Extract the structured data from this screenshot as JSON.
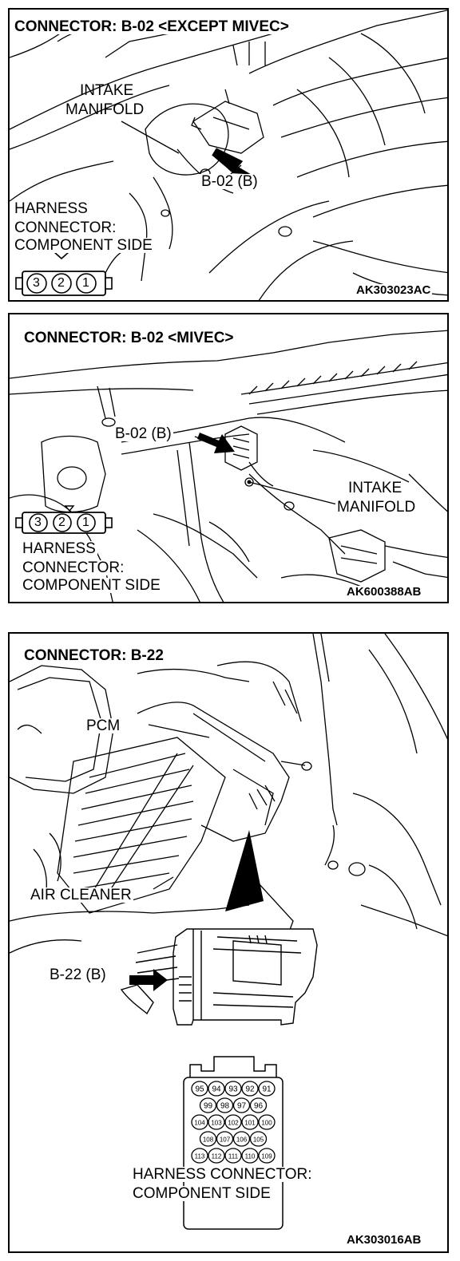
{
  "panels": [
    {
      "title": "CONNECTOR: B-02 <EXCEPT MIVEC>",
      "labels": {
        "intake": "INTAKE",
        "manifold": "MANIFOLD",
        "connector": "B-02 (B)",
        "harness": "HARNESS",
        "connector_word": "CONNECTOR:",
        "component_side": "COMPONENT SIDE"
      },
      "pins": [
        "3",
        "2",
        "1"
      ],
      "code": "AK303023AC"
    },
    {
      "title": "CONNECTOR: B-02 <MIVEC>",
      "labels": {
        "connector": "B-02 (B)",
        "intake": "INTAKE",
        "manifold": "MANIFOLD",
        "harness": "HARNESS",
        "connector_word": "CONNECTOR:",
        "component_side": "COMPONENT SIDE"
      },
      "pins": [
        "3",
        "2",
        "1"
      ],
      "code": "AK600388AB"
    },
    {
      "title": "CONNECTOR: B-22",
      "labels": {
        "pcm": "PCM",
        "air_cleaner": "AIR CLEANER",
        "connector": "B-22 (B)",
        "harness_connector": "HARNESS CONNECTOR:",
        "component_side": "COMPONENT SIDE"
      },
      "pin_rows": [
        [
          "95",
          "94",
          "93",
          "92",
          "91"
        ],
        [
          "99",
          "98",
          "97",
          "96"
        ],
        [
          "104",
          "103",
          "102",
          "101",
          "100"
        ],
        [
          "108",
          "107",
          "106",
          "105"
        ],
        [
          "113",
          "112",
          "111",
          "110",
          "109"
        ]
      ],
      "code": "AK303016AB"
    }
  ]
}
